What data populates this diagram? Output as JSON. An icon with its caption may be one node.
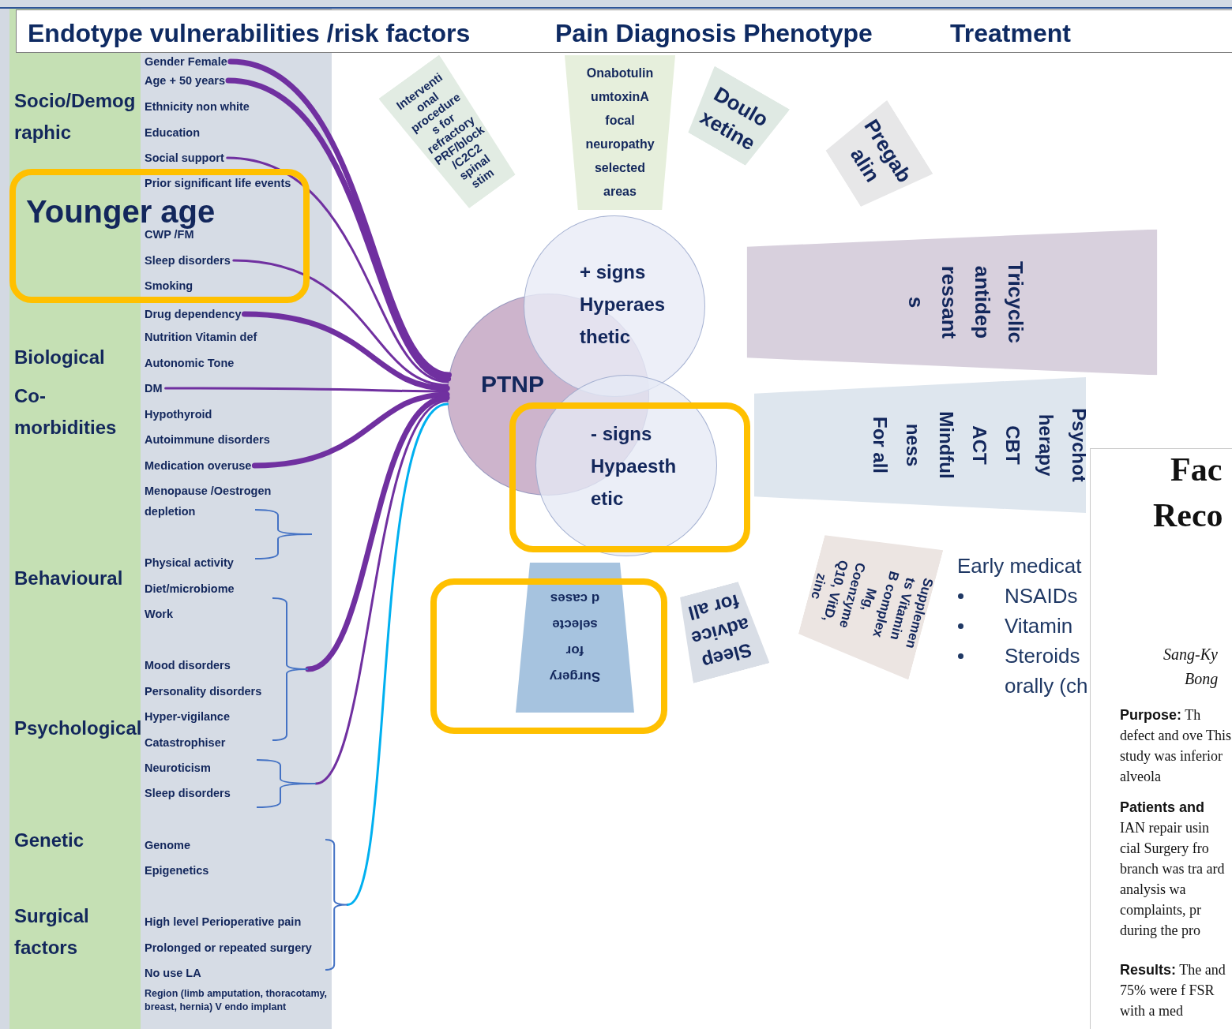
{
  "diagram": {
    "nodes": [
      {
        "text": [
          "Gender Female"
        ]
      },
      {
        "text": [
          "Age + 50 years"
        ]
      },
      {
        "text": [
          "Social support"
        ]
      },
      {
        "text": [
          "Younger age"
        ]
      },
      {
        "text": [
          "Sleep disorders"
        ],
        "in": 3
      },
      {
        "text": [
          "Drug dependency"
        ]
      },
      {
        "text": [
          "DM"
        ]
      },
      {
        "text": [
          "Medication overuse"
        ]
      },
      {
        "text": [],
        "shape": "bracket"
      },
      {
        "text": [],
        "shape": "bracket"
      },
      {
        "text": [],
        "shape": "bracket"
      },
      {
        "text": [
          "PTNP"
        ]
      },
      {
        "text": [
          "+ signs Hyperaes thetic"
        ]
      },
      {
        "text": [
          "- signs Hypaesth etic"
        ]
      },
      {
        "text": [
          "Interventi onal procedure s for refractory PRF/block /C2C2 spinal stim"
        ]
      },
      {
        "text": [
          "Onabotulin umtoxinA focal neuropathy selected areas"
        ]
      },
      {
        "text": [
          "Doulo xetine"
        ]
      },
      {
        "text": [
          "Pregab alin"
        ]
      },
      {
        "text": [
          "Tricyclic antidep ressant s"
        ]
      },
      {
        "text": [
          "Psychot herapy CBT ACT Mindful ness For all"
        ]
      },
      {
        "text": [
          "Supplemen ts Vitamin B complex Mg, Coenzyme Q10, VitD, zinc"
        ]
      },
      {
        "text": [
          "Sleep advice for all"
        ]
      },
      {
        "text": [
          "Surgery for selecte d cases"
        ]
      }
    ],
    "edges": [
      {
        "from": 0,
        "to": 11,
        "arrow": "none",
        "style": "thick"
      },
      {
        "from": 1,
        "to": 11,
        "arrow": "none",
        "style": "thick"
      },
      {
        "from": 2,
        "to": 11,
        "arrow": "none"
      },
      {
        "from": 4,
        "to": 11,
        "arrow": "none"
      },
      {
        "from": 5,
        "to": 11,
        "arrow": "none",
        "style": "thick"
      },
      {
        "from": 6,
        "to": 11,
        "arrow": "none"
      },
      {
        "from": 7,
        "to": 11,
        "arrow": "none",
        "style": "thick"
      },
      {
        "from": 8,
        "to": 11,
        "arrow": "none",
        "style": "thick"
      },
      {
        "from": 9,
        "to": 11,
        "arrow": "none"
      },
      {
        "from": 10,
        "to": 11,
        "arrow": "none",
        "color": "#00b0f0"
      }
    ],
    "labels": [
      "Endotype vulnerabilities /risk factors",
      "Pain Diagnosis Phenotype",
      "Treatment",
      "Socio/Demog raphic",
      "Ethnicity non white",
      "Education",
      "Prior significant life events",
      "CWP /FM",
      "Smoking",
      "Biological",
      "Nutrition Vitamin def",
      "Autonomic Tone",
      "Co- morbidities",
      "Hypothyroid",
      "Autoimmune disorders",
      "Menopause /Oestrogen depletion",
      "Physical activity",
      "Behavioural",
      "Diet/microbiome",
      "Work",
      "Mood disorders",
      "Personality disorders",
      "Psychological",
      "Hyper-vigilance",
      "Catastrophiser",
      "Neuroticism",
      "Sleep disorders",
      "Genetic",
      "Genome",
      "Epigenetics",
      "Surgical factors",
      "High level Perioperative pain",
      "Prolonged or repeated surgery",
      "No use LA",
      "Region (limb amputation, thoracotamy, breast, hernia) V endo implant",
      "Early medicat",
      "NSAIDs",
      "Vitamin",
      "Steroids orally (ch",
      "Fac",
      "Reco",
      "Sang-Ky",
      "Bong",
      "**Purpose:** Th defect and ove This study was inferior alveola",
      "**Patients and** IAN repair usin cial Surgery fro branch was tra ard analysis wa complaints, pr during the pro",
      "**Results:** The and 75% were f FSR with a med"
    ]
  }
}
